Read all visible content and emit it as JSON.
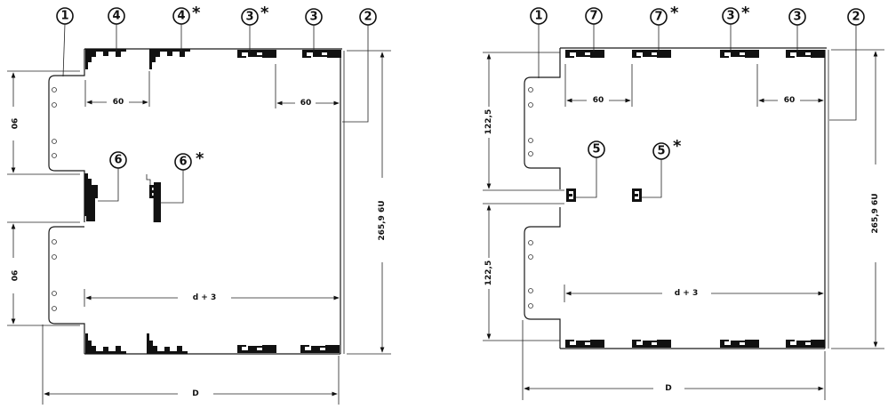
{
  "left_panel": {
    "callouts": {
      "c1": {
        "label": "1"
      },
      "c4": {
        "label": "4"
      },
      "c4s": {
        "label": "4",
        "star": "*"
      },
      "c3s": {
        "label": "3",
        "star": "*"
      },
      "c3": {
        "label": "3"
      },
      "c2": {
        "label": "2"
      },
      "c6": {
        "label": "6"
      },
      "c6s": {
        "label": "6",
        "star": "*"
      }
    },
    "dimensions": {
      "pitch_top": "60",
      "pitch_right": "60",
      "upper_height": "90",
      "lower_height": "90",
      "height": "265,9  6U",
      "inner_depth": "d + 3",
      "depth": "D"
    }
  },
  "right_panel": {
    "callouts": {
      "c1": {
        "label": "1"
      },
      "c7": {
        "label": "7"
      },
      "c7s": {
        "label": "7",
        "star": "*"
      },
      "c3s": {
        "label": "3",
        "star": "*"
      },
      "c3": {
        "label": "3"
      },
      "c2": {
        "label": "2"
      },
      "c5": {
        "label": "5"
      },
      "c5s": {
        "label": "5",
        "star": "*"
      }
    },
    "dimensions": {
      "pitch_top": "60",
      "pitch_right": "60",
      "upper_height": "122,5",
      "lower_height": "122,5",
      "height": "265,9  6U",
      "inner_depth": "d + 3",
      "depth": "D"
    }
  }
}
